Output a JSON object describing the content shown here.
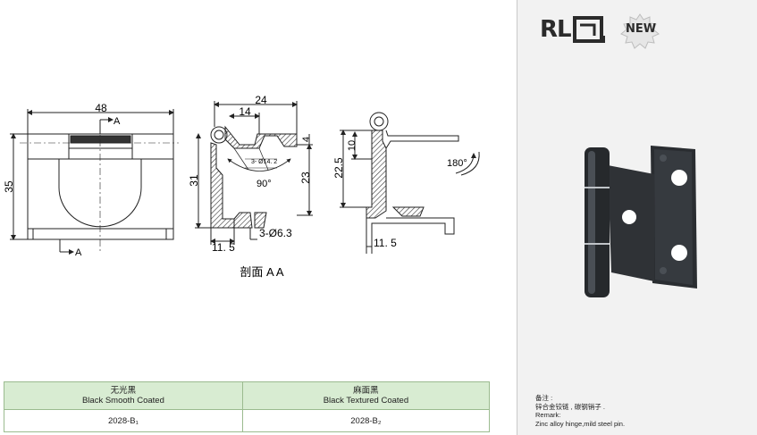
{
  "drawing": {
    "front_view": {
      "width_label": "48",
      "height_label": "35",
      "section_marks": [
        "A",
        "A"
      ]
    },
    "side_view": {
      "dim_24": "24",
      "dim_14": "14",
      "dim_4": "4",
      "dim_31": "31",
      "dim_23": "23",
      "hole_label": "3- Ø14. 2",
      "angle_label": "90°",
      "bottom_11_5": "11. 5",
      "hole_small": "3-Ø6.3",
      "section_title": "剖面 A A"
    },
    "open_view": {
      "dim_22_5": "22.5",
      "dim_10": "10",
      "bottom_11_5": "11. 5",
      "rotation": "180°"
    }
  },
  "sidebar": {
    "brand": "RL",
    "badge": "NEW",
    "remark_lines": [
      "备注 :",
      "锌合金铰链 , 碳钢销子 .",
      "Remark:",
      "Zinc alloy hinge,mild steel pin."
    ]
  },
  "table": {
    "columns": [
      {
        "cn": "无光黑",
        "en": "Black Smooth Coated",
        "code": "2028-B₁"
      },
      {
        "cn": "麻面黑",
        "en": "Black Textured Coated",
        "code": "2028-B₂"
      }
    ]
  }
}
